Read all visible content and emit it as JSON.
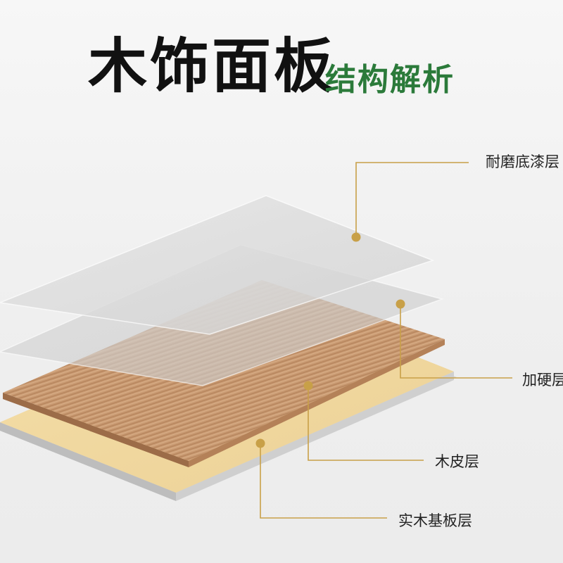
{
  "title": {
    "main": "木饰面板",
    "sub": "结构解析"
  },
  "layers": [
    {
      "label": "耐磨底漆层"
    },
    {
      "label": "加硬层"
    },
    {
      "label": "木皮层"
    },
    {
      "label": "实木基板层"
    }
  ],
  "colors": {
    "title_main": "#111111",
    "title_sub": "#2b7a3a",
    "callout": "#c8a048",
    "wood_veneer": "#c99a72",
    "substrate": "#f1d9a0"
  }
}
